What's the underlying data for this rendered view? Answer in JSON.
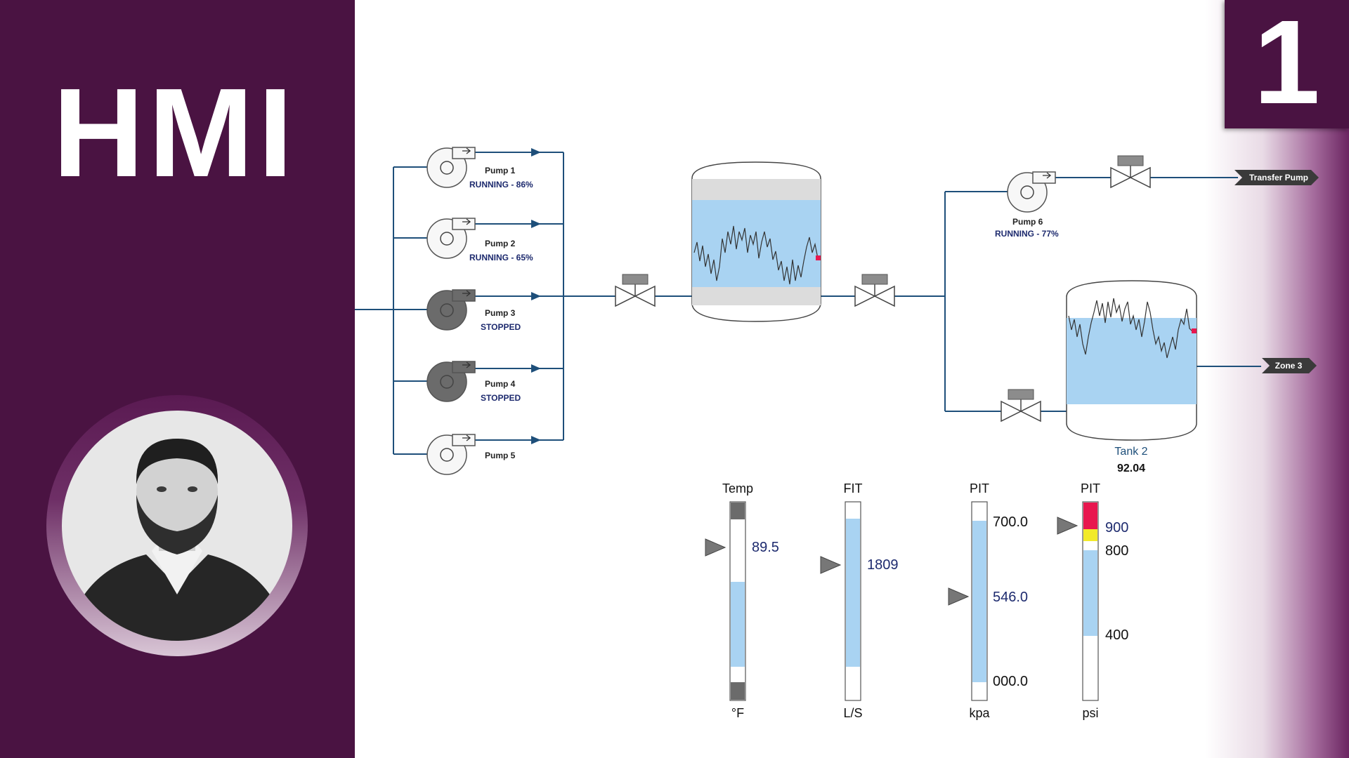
{
  "header": {
    "title": "HMI",
    "episode_number": "1"
  },
  "pumps": [
    {
      "name": "Pump 1",
      "status": "RUNNING - 86%",
      "state": "running"
    },
    {
      "name": "Pump 2",
      "status": "RUNNING - 65%",
      "state": "running"
    },
    {
      "name": "Pump 3",
      "status": "STOPPED",
      "state": "stopped"
    },
    {
      "name": "Pump 4",
      "status": "STOPPED",
      "state": "stopped"
    },
    {
      "name": "Pump 5",
      "status": "",
      "state": "idle"
    },
    {
      "name": "Pump 6",
      "status": "RUNNING - 77%",
      "state": "running"
    }
  ],
  "tank2": {
    "name": "Tank 2",
    "value": "92.04"
  },
  "destinations": {
    "transfer_pump": "Transfer Pump",
    "zone3": "Zone 3"
  },
  "gauges": [
    {
      "title": "Temp",
      "unit": "°F",
      "value_label": "89.5",
      "fill_fraction": 0.5
    },
    {
      "title": "FIT",
      "unit": "L/S",
      "value_label": "1809",
      "fill_fraction": 0.8
    },
    {
      "title": "PIT",
      "unit": "kpa",
      "value_label": "546.0",
      "scale_top": "700.0",
      "scale_bottom": "000.0",
      "fill_fraction": 0.95
    },
    {
      "title": "PIT",
      "unit": "psi",
      "value_label": "900",
      "scale_labels": [
        "800",
        "400"
      ],
      "fill_fraction": 0.55
    }
  ],
  "colors": {
    "brand_purple": "#4a1342",
    "pipe": "#1e4f7a",
    "status_text": "#1d2a6e",
    "fluid": "#a9d3f2",
    "alarm_high": "#e8174f",
    "alarm_warn": "#f2ea2a",
    "stopped_pump": "#6b6b6b"
  },
  "icons": [
    "pump-icon",
    "valve-icon",
    "arrow-tag-icon",
    "pointer-triangle-icon"
  ]
}
